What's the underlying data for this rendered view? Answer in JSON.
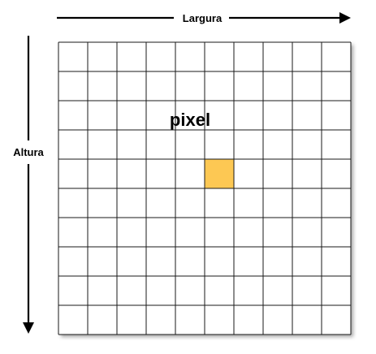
{
  "width_label": "Largura",
  "height_label": "Altura",
  "pixel_label": "pixel",
  "grid": {
    "columns": 10,
    "rows": 10,
    "highlighted_cell": {
      "column": 5,
      "row": 4
    }
  },
  "colors": {
    "highlight": "#FDC853",
    "grid_line": "#1a1a1a",
    "background": "#ffffff"
  }
}
